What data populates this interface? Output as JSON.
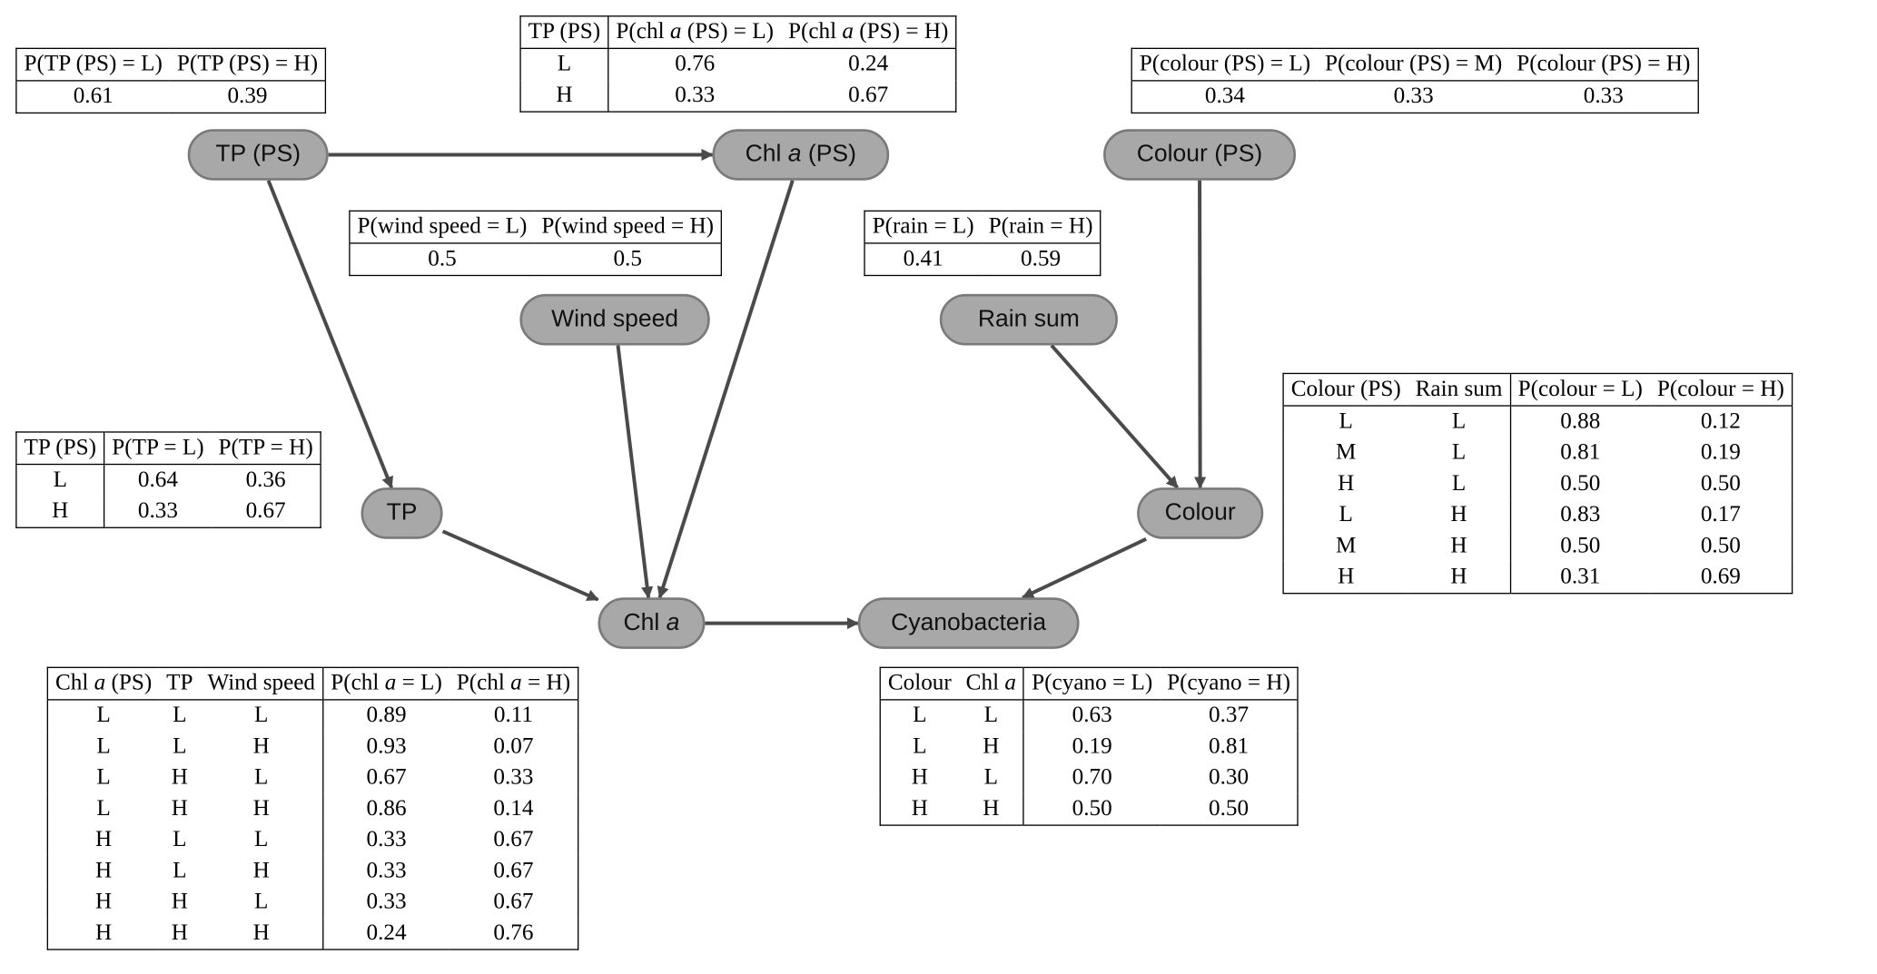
{
  "colors": {
    "node_fill": "#a8a8a8",
    "node_border": "#7a7a7a",
    "edge": "#4a4a4a"
  },
  "nodes": {
    "tp_ps": {
      "label": "TP (PS)"
    },
    "chl_ps": {
      "label_pre": "Chl ",
      "label_italic": "a",
      "label_post": " (PS)"
    },
    "colour_ps": {
      "label": "Colour (PS)"
    },
    "wind": {
      "label": "Wind speed"
    },
    "rain": {
      "label": "Rain sum"
    },
    "tp": {
      "label": "TP"
    },
    "chl": {
      "label_pre": "Chl ",
      "label_italic": "a"
    },
    "colour": {
      "label": "Colour"
    },
    "cyano": {
      "label": "Cyanobacteria"
    }
  },
  "edges": [
    {
      "from": "tp_ps",
      "to": "chl_ps"
    },
    {
      "from": "tp_ps",
      "to": "tp"
    },
    {
      "from": "chl_ps",
      "to": "chl"
    },
    {
      "from": "wind",
      "to": "chl"
    },
    {
      "from": "tp",
      "to": "chl"
    },
    {
      "from": "chl",
      "to": "cyano"
    },
    {
      "from": "colour_ps",
      "to": "colour"
    },
    {
      "from": "rain",
      "to": "colour"
    },
    {
      "from": "colour",
      "to": "cyano"
    }
  ],
  "tables": {
    "tp_ps": {
      "h": [
        "P(TP (PS) = L)",
        "P(TP (PS) = H)"
      ],
      "rows": [
        [
          "0.61",
          "0.39"
        ]
      ]
    },
    "chl_ps": {
      "h0": "TP (PS)",
      "h1": {
        "pre": "P(chl ",
        "it": "a",
        "post": " (PS) = L)"
      },
      "h2": {
        "pre": "P(chl ",
        "it": "a",
        "post": " (PS) = H)"
      },
      "rows": [
        [
          "L",
          "0.76",
          "0.24"
        ],
        [
          "H",
          "0.33",
          "0.67"
        ]
      ]
    },
    "colour_ps": {
      "h": [
        "P(colour (PS) = L)",
        "P(colour (PS) = M)",
        "P(colour (PS) = H)"
      ],
      "rows": [
        [
          "0.34",
          "0.33",
          "0.33"
        ]
      ]
    },
    "wind": {
      "h": [
        "P(wind speed = L)",
        "P(wind speed = H)"
      ],
      "rows": [
        [
          "0.5",
          "0.5"
        ]
      ]
    },
    "rain": {
      "h": [
        "P(rain = L)",
        "P(rain = H)"
      ],
      "rows": [
        [
          "0.41",
          "0.59"
        ]
      ]
    },
    "tp": {
      "h": [
        "TP (PS)",
        "P(TP = L)",
        "P(TP = H)"
      ],
      "rows": [
        [
          "L",
          "0.64",
          "0.36"
        ],
        [
          "H",
          "0.33",
          "0.67"
        ]
      ]
    },
    "colour": {
      "h": [
        "Colour (PS)",
        "Rain sum",
        "P(colour = L)",
        "P(colour = H)"
      ],
      "rows": [
        [
          "L",
          "L",
          "0.88",
          "0.12"
        ],
        [
          "M",
          "L",
          "0.81",
          "0.19"
        ],
        [
          "H",
          "L",
          "0.50",
          "0.50"
        ],
        [
          "L",
          "H",
          "0.83",
          "0.17"
        ],
        [
          "M",
          "H",
          "0.50",
          "0.50"
        ],
        [
          "H",
          "H",
          "0.31",
          "0.69"
        ]
      ]
    },
    "chl": {
      "h0": {
        "pre": "Chl ",
        "it": "a",
        "post": " (PS)"
      },
      "h1": "TP",
      "h2": "Wind speed",
      "h3": {
        "pre": "P(chl ",
        "it": "a",
        "post": " = L)"
      },
      "h4": {
        "pre": "P(chl ",
        "it": "a",
        "post": " = H)"
      },
      "rows": [
        [
          "L",
          "L",
          "L",
          "0.89",
          "0.11"
        ],
        [
          "L",
          "L",
          "H",
          "0.93",
          "0.07"
        ],
        [
          "L",
          "H",
          "L",
          "0.67",
          "0.33"
        ],
        [
          "L",
          "H",
          "H",
          "0.86",
          "0.14"
        ],
        [
          "H",
          "L",
          "L",
          "0.33",
          "0.67"
        ],
        [
          "H",
          "L",
          "H",
          "0.33",
          "0.67"
        ],
        [
          "H",
          "H",
          "L",
          "0.33",
          "0.67"
        ],
        [
          "H",
          "H",
          "H",
          "0.24",
          "0.76"
        ]
      ]
    },
    "cyano": {
      "h0": "Colour",
      "h1": {
        "pre": "Chl ",
        "it": "a",
        "post": ""
      },
      "h2": "P(cyano = L)",
      "h3": "P(cyano = H)",
      "rows": [
        [
          "L",
          "L",
          "0.63",
          "0.37"
        ],
        [
          "L",
          "H",
          "0.19",
          "0.81"
        ],
        [
          "H",
          "L",
          "0.70",
          "0.30"
        ],
        [
          "H",
          "H",
          "0.50",
          "0.50"
        ]
      ]
    }
  }
}
